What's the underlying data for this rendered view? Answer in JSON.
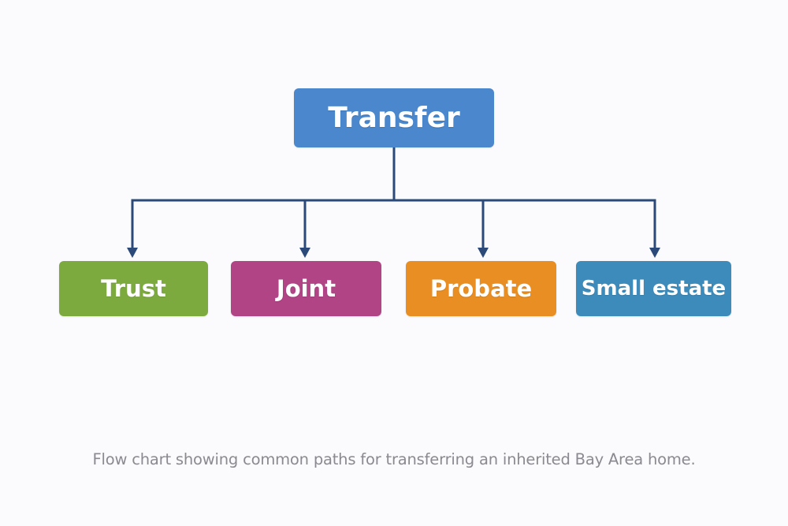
{
  "diagram": {
    "type": "flowchart",
    "root": {
      "label": "Transfer",
      "color": "#4a87cc"
    },
    "children": [
      {
        "label": "Trust",
        "color": "#7daa3f"
      },
      {
        "label": "Joint",
        "color": "#b04485"
      },
      {
        "label": "Probate",
        "color": "#e88e22"
      },
      {
        "label": "Small estate",
        "color": "#3d8bbb"
      }
    ],
    "edges": [
      {
        "from": "Transfer",
        "to": "Trust"
      },
      {
        "from": "Transfer",
        "to": "Joint"
      },
      {
        "from": "Transfer",
        "to": "Probate"
      },
      {
        "from": "Transfer",
        "to": "Small estate"
      }
    ],
    "connector_color": "#2b4a7a"
  },
  "caption": "Flow chart showing common paths for transferring an inherited Bay Area home."
}
